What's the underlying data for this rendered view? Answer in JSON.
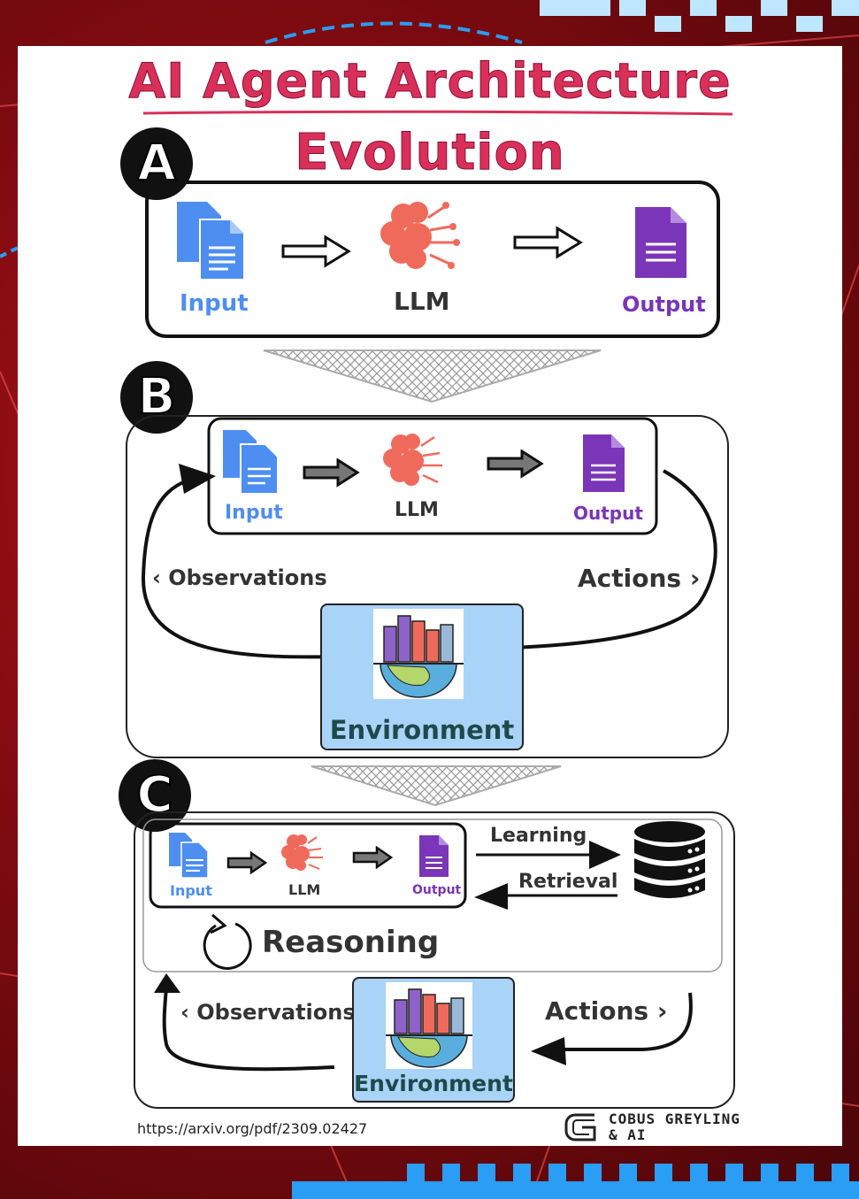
{
  "title_line1": "AI Agent Architecture",
  "title_line2": "Evolution",
  "sections": {
    "a": {
      "badge": "A",
      "input_label": "Input",
      "llm_label": "LLM",
      "output_label": "Output"
    },
    "b": {
      "badge": "B",
      "input_label": "Input",
      "llm_label": "LLM",
      "output_label": "Output",
      "observations_label": "‹ Observations",
      "actions_label": "Actions ›",
      "environment_label": "Environment"
    },
    "c": {
      "badge": "C",
      "input_label": "Input",
      "llm_label": "LLM",
      "output_label": "Output",
      "learning_label": "Learning",
      "retrieval_label": "Retrieval",
      "reasoning_label": "Reasoning",
      "observations_label": "‹ Observations",
      "actions_label": "Actions ›",
      "environment_label": "Environment"
    }
  },
  "footer": {
    "link": "https://arxiv.org/pdf/2309.02427",
    "brand_line1": "COBUS GREYLING",
    "brand_line2": "& AI"
  },
  "colors": {
    "title": "#d8305a",
    "input": "#4d8ef0",
    "output": "#7b35b8",
    "brain": "#f06a5c",
    "environment_bg": "#a9d3f7"
  },
  "icons": [
    "document-icon",
    "brain-icon",
    "arrow-icon",
    "database-icon",
    "city-globe-icon",
    "refresh-icon"
  ]
}
